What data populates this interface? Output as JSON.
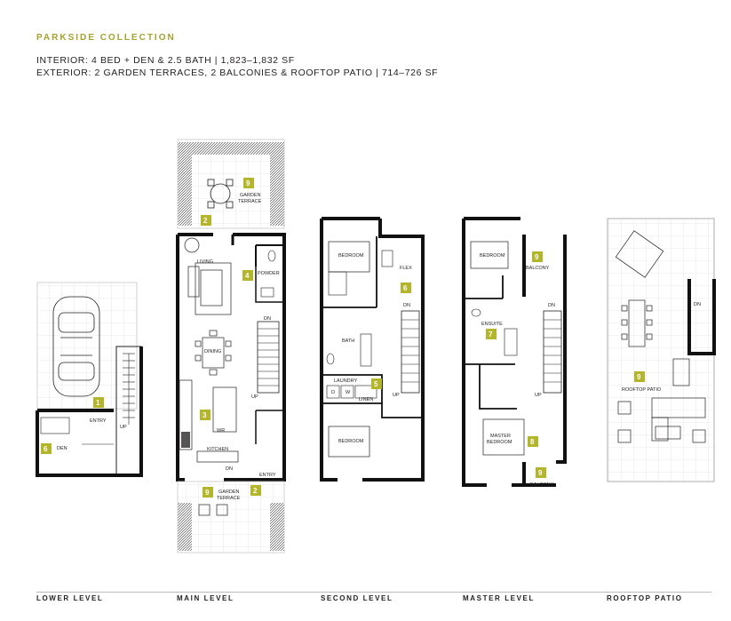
{
  "header": {
    "collection": "PARKSIDE COLLECTION",
    "interior": "INTERIOR: 4 BED + DEN & 2.5 BATH | 1,823–1,832 SF",
    "exterior": "EXTERIOR: 2 GARDEN TERRACES, 2 BALCONIES & ROOFTOP PATIO | 714–726 SF"
  },
  "levels": {
    "lower": "LOWER LEVEL",
    "main": "MAIN LEVEL",
    "second": "SECOND LEVEL",
    "master": "MASTER LEVEL",
    "rooftop": "ROOFTOP PATIO"
  },
  "rooms": {
    "lower": {
      "entry": "ENTRY",
      "den": "DEN",
      "up": "UP"
    },
    "main": {
      "garden_terrace": "GARDEN",
      "garden_terrace_2": "TERRACE",
      "living": "LIVING",
      "powder": "POWDER",
      "dining": "DINING",
      "kitchen": "KITCHEN",
      "entry": "ENTRY",
      "up": "UP",
      "dn": "DN",
      "wr": "WR",
      "garden_bottom": "GARDEN",
      "terrace_bottom": "TERRACE"
    },
    "second": {
      "bedroom_top": "BEDROOM",
      "flex": "FLEX",
      "bath": "BATH",
      "laundry": "LAUNDRY",
      "bedroom_bottom": "BEDROOM",
      "d": "D",
      "w": "W",
      "linen": "LINEN",
      "dn": "DN",
      "up": "UP"
    },
    "master": {
      "bedroom": "BEDROOM",
      "balcony_top": "BALCONY",
      "ensuite": "ENSUITE",
      "master_bedroom": "MASTER",
      "master_bedroom_2": "BEDROOM",
      "balcony_bottom": "BALCONY",
      "up": "UP",
      "dn": "DN"
    },
    "rooftop": {
      "patio": "ROOFTOP PATIO",
      "dn": "DN"
    }
  },
  "badges": {
    "lower_entry": "1",
    "lower_den": "6",
    "main_terrace": "9",
    "main_terrace_arrow": "2",
    "main_powder": "4",
    "main_kitchen": "3",
    "main_terrace_bottom": "9",
    "main_entry_arrow": "2",
    "second_flex": "6",
    "second_laundry": "5",
    "master_balcony_top": "9",
    "master_ensuite": "7",
    "master_bedroom": "8",
    "master_balcony_bottom": "9",
    "rooftop_patio": "9"
  },
  "colors": {
    "accent": "#b3b52a",
    "heading": "#a6a22b",
    "ink": "#231f20"
  }
}
